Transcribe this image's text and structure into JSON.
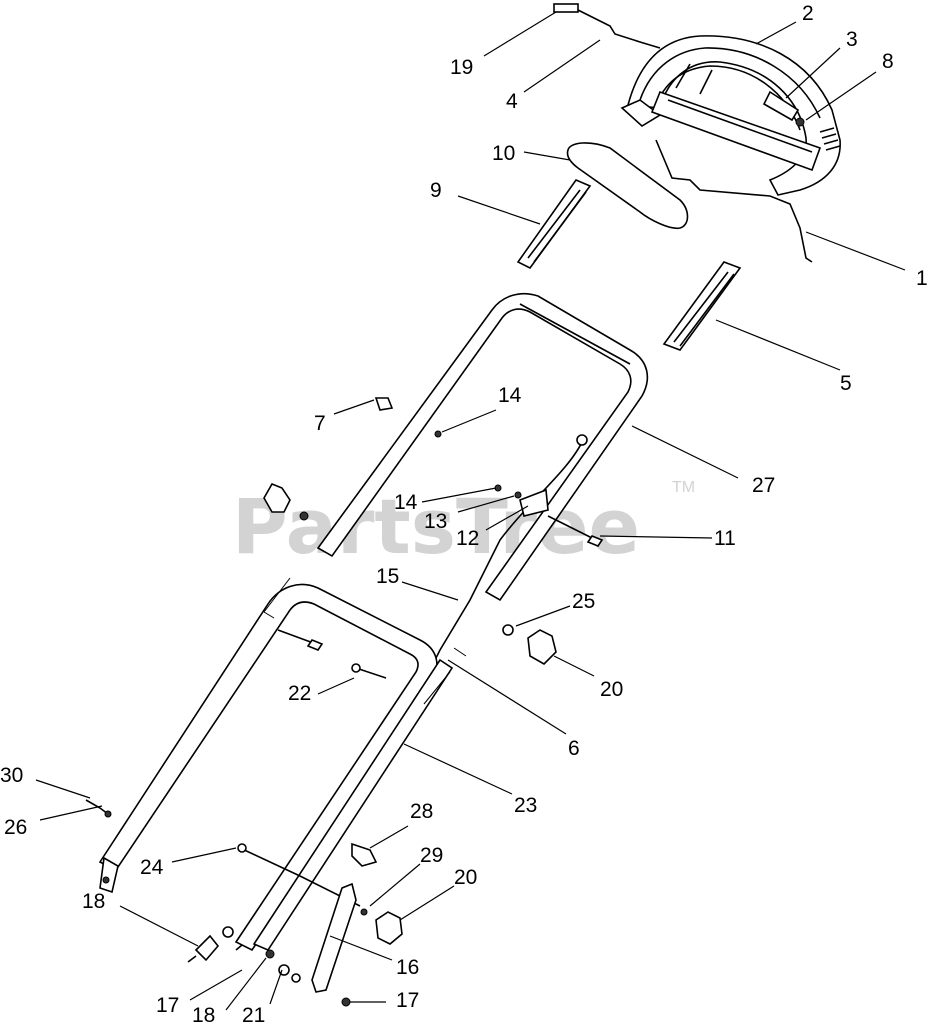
{
  "watermark": {
    "text": "PartsTree",
    "trademark": "TM"
  },
  "callouts": {
    "c1": "1",
    "c2": "2",
    "c3": "3",
    "c4": "4",
    "c5": "5",
    "c6": "6",
    "c7": "7",
    "c8": "8",
    "c9": "9",
    "c10": "10",
    "c11": "11",
    "c12": "12",
    "c13": "13",
    "c14a": "14",
    "c14b": "14",
    "c15": "15",
    "c16": "16",
    "c17a": "17",
    "c17b": "17",
    "c18a": "18",
    "c18b": "18",
    "c19": "19",
    "c20a": "20",
    "c20b": "20",
    "c21": "21",
    "c22": "22",
    "c23": "23",
    "c24": "24",
    "c25": "25",
    "c26": "26",
    "c27": "27",
    "c28": "28",
    "c29": "29",
    "c30": "30"
  }
}
